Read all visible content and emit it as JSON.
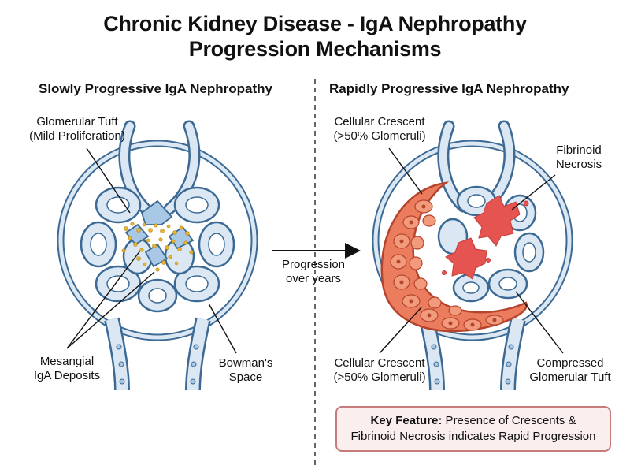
{
  "title": {
    "line1": "Chronic Kidney Disease - IgA Nephropathy",
    "line2": "Progression Mechanisms"
  },
  "left_panel": {
    "title": "Slowly Progressive IgA Nephropathy",
    "labels": {
      "glomerular_tuft_line1": "Glomerular Tuft",
      "glomerular_tuft_line2": "(Mild Proliferation)",
      "mesangial_line1": "Mesangial",
      "mesangial_line2": "IgA Deposits",
      "bowman_line1": "Bowman's",
      "bowman_line2": "Space"
    }
  },
  "arrow": {
    "line1": "Progression",
    "line2": "over years"
  },
  "right_panel": {
    "title": "Rapidly Progressive IgA Nephropathy",
    "labels": {
      "crescent_top_line1": "Cellular Crescent",
      "crescent_top_line2": "(>50% Glomeruli)",
      "fibrinoid_line1": "Fibrinoid",
      "fibrinoid_line2": "Necrosis",
      "crescent_bottom_line1": "Cellular Crescent",
      "crescent_bottom_line2": "(>50% Glomeruli)",
      "compressed_line1": "Compressed",
      "compressed_line2": "Glomerular Tuft"
    }
  },
  "key_feature": {
    "label": "Key Feature:",
    "text_line1": " Presence of Crescents &",
    "text_line2": "Fibrinoid Necrosis indicates Rapid Progression"
  },
  "colors": {
    "capillary_fill": "#dbe8f4",
    "capillary_stroke": "#3c6a94",
    "mesangial_cell": "#a9c8e6",
    "iga_deposit": "#e6b433",
    "crescent_fill": "#ec7c5e",
    "crescent_cell": "#f19a7c",
    "necrosis": "#e55450",
    "key_border": "#c77a7a",
    "key_bg": "#fbeeee"
  }
}
